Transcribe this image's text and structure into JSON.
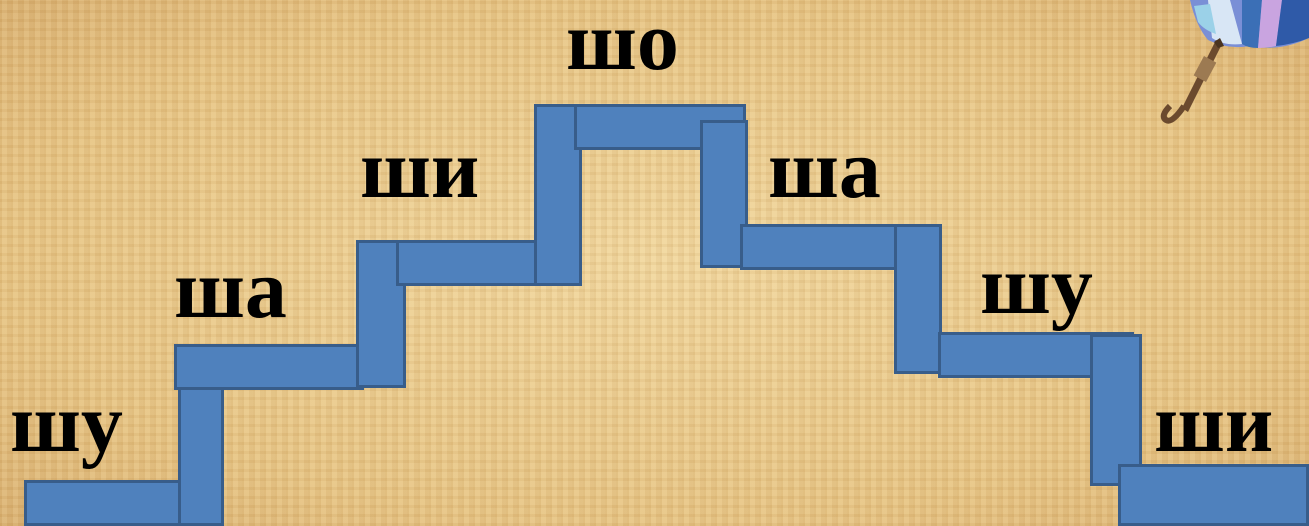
{
  "syllables": {
    "s1": "шу",
    "s2": "ша",
    "s3": "ши",
    "s4": "шо",
    "s5": "ша",
    "s6": "шу",
    "s7": "ши"
  },
  "colors": {
    "block_fill": "#4f81bd",
    "block_border": "#385d8a",
    "text": "#000000"
  },
  "icons": {
    "decoration": "umbrella-icon"
  }
}
